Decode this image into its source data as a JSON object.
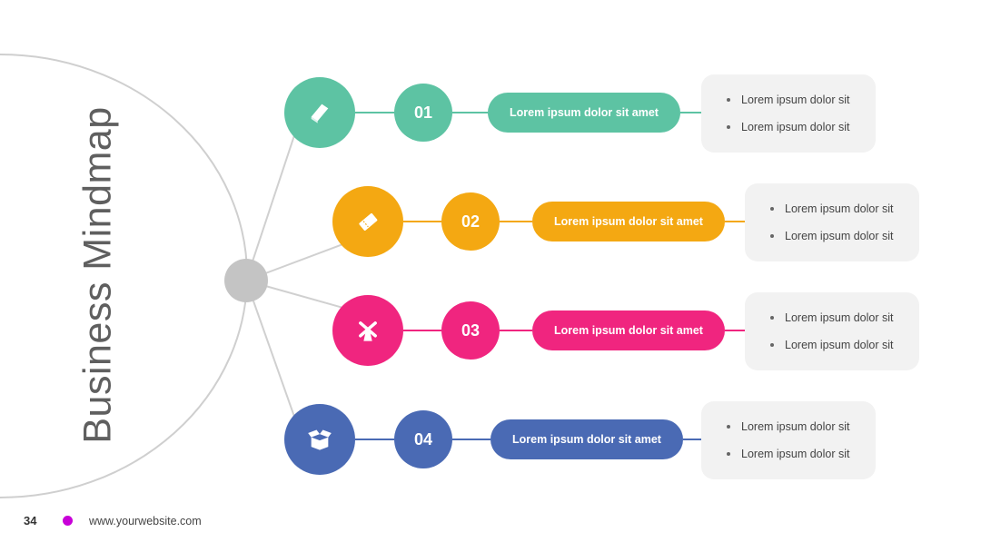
{
  "title": "Business Mindmap",
  "footer": {
    "page_number": "34",
    "website": "www.yourwebsite.com",
    "dot_color": "#c800d8"
  },
  "hub_color": "#c4c4c4",
  "branches": [
    {
      "number": "01",
      "color": "#5dc3a3",
      "icon": "book-icon",
      "pill_text": "Lorem ipsum dolor sit amet",
      "bullets": [
        "Lorem ipsum dolor sit",
        "Lorem ipsum dolor sit"
      ]
    },
    {
      "number": "02",
      "color": "#f4a812",
      "icon": "ticket-icon",
      "pill_text": "Lorem ipsum dolor sit amet",
      "bullets": [
        "Lorem ipsum dolor sit",
        "Lorem ipsum dolor sit"
      ]
    },
    {
      "number": "03",
      "color": "#f0257f",
      "icon": "windmill-icon",
      "pill_text": "Lorem ipsum dolor sit amet",
      "bullets": [
        "Lorem ipsum dolor sit",
        "Lorem ipsum dolor sit"
      ]
    },
    {
      "number": "04",
      "color": "#4a6ab4",
      "icon": "open-box-icon",
      "pill_text": "Lorem ipsum dolor sit amet",
      "bullets": [
        "Lorem ipsum dolor sit",
        "Lorem ipsum dolor sit"
      ]
    }
  ]
}
